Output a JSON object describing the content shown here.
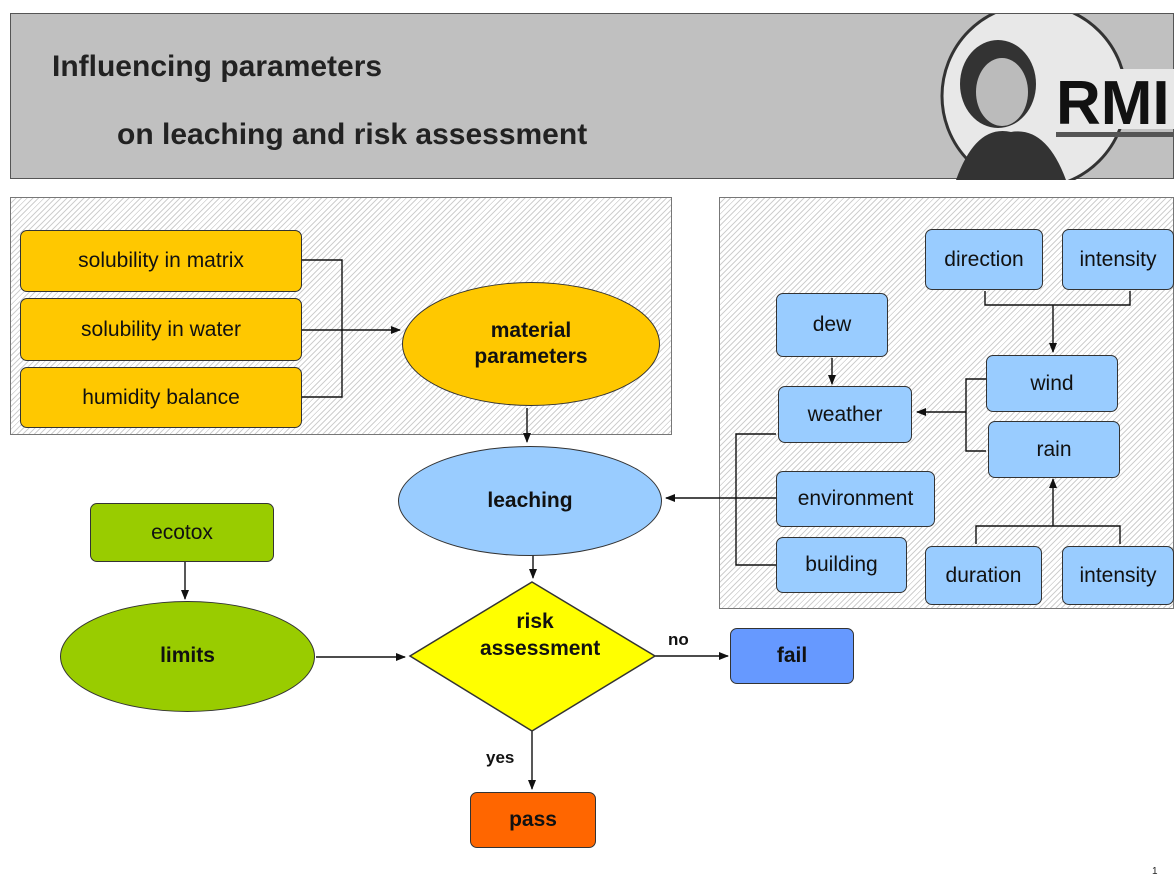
{
  "header": {
    "title_line1": "Influencing parameters",
    "title_line2": "on leaching and risk assessment",
    "logo_text": "RMI"
  },
  "nodes": {
    "solubility_matrix": "solubility in matrix",
    "solubility_water": "solubility in water",
    "humidity_balance": "humidity balance",
    "material_parameters": "material parameters",
    "direction": "direction",
    "intensity_top": "intensity",
    "dew": "dew",
    "wind": "wind",
    "weather": "weather",
    "rain": "rain",
    "environment": "environment",
    "building": "building",
    "duration": "duration",
    "intensity_bottom": "intensity",
    "leaching": "leaching",
    "ecotox": "ecotox",
    "limits": "limits",
    "risk_assessment": "risk assessment",
    "fail": "fail",
    "pass": "pass"
  },
  "labels": {
    "no": "no",
    "yes": "yes"
  },
  "page_number": "1",
  "colors": {
    "material": "#ffc800",
    "weather": "#99ccff",
    "ecotox": "#99cc00",
    "risk": "#ffff00",
    "fail": "#6699ff",
    "pass": "#ff6600"
  }
}
